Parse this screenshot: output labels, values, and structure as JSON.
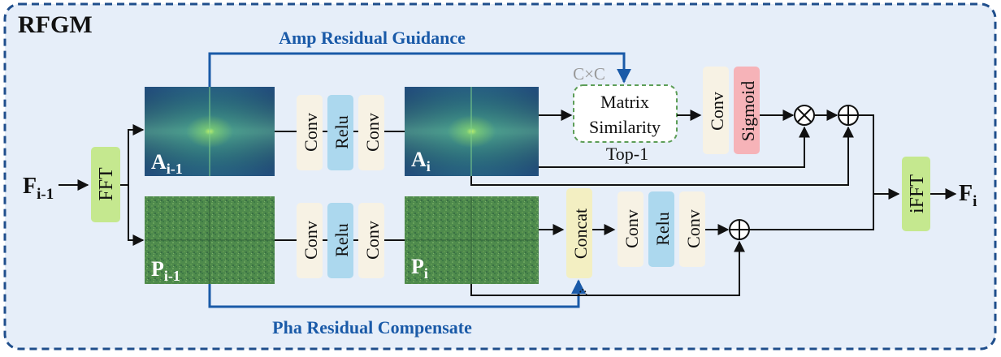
{
  "title": "RFGM",
  "input_label": {
    "base": "F",
    "sub": "i-1"
  },
  "output_label": {
    "base": "F",
    "sub": "i"
  },
  "fft_label": "FFT",
  "ifft_label": "iFFT",
  "amp_guidance_label": "Amp Residual Guidance",
  "pha_compensate_label": "Pha Residual Compensate",
  "amp_prev_label": {
    "base": "A",
    "sub": "i-1"
  },
  "amp_cur_label": {
    "base": "A",
    "sub": "i"
  },
  "pha_prev_label": {
    "base": "P",
    "sub": "i-1"
  },
  "pha_cur_label": {
    "base": "P",
    "sub": "i"
  },
  "conv_label": "Conv",
  "relu_label": "Relu",
  "sigmoid_label": "Sigmoid",
  "concat_label": "Concat",
  "matrix_line1": "Matrix",
  "matrix_line2": "Similarity",
  "cxc_label": "C×C",
  "top1_label": "Top-1",
  "colors": {
    "frame_border": "#1f4e8c",
    "panel_bg": "#e6eef9",
    "guide_arrow": "#1a5aa8",
    "fft_fill": "#c5e88f",
    "conv_fill": "#f7f2e4",
    "relu_fill": "#acd8ee",
    "sigmoid_fill": "#f6b3b8",
    "concat_fill": "#f3efc2",
    "amp_image": "#2a6b8c",
    "pha_image": "#4f8a4a"
  }
}
